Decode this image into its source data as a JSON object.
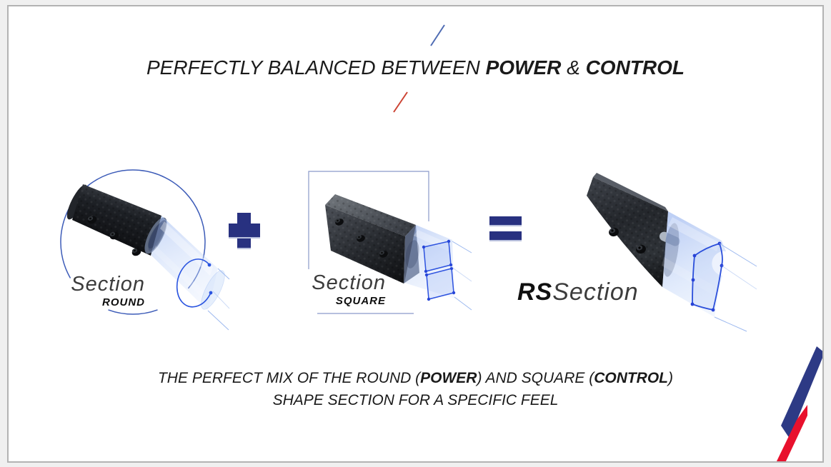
{
  "title": {
    "pre": "PERFECTLY BALANCED BETWEEN ",
    "bold1": "POWER",
    "mid": " & ",
    "bold2": "CONTROL"
  },
  "equation": {
    "plus": "+",
    "equals": "="
  },
  "items": [
    {
      "label_main": "Section",
      "label_sub": "ROUND"
    },
    {
      "label_main": "Section",
      "label_sub": "SQUARE"
    },
    {
      "label_bold": "RS",
      "label_main": "Section"
    }
  ],
  "caption": {
    "line1_pre": "THE PERFECT MIX OF THE ROUND (",
    "line1_bold1": "POWER",
    "line1_mid": ") AND SQUARE (",
    "line1_bold2": "CONTROL",
    "line1_post": ")",
    "line2": "SHAPE SECTION FOR A SPECIFIC FEEL"
  },
  "icons": [
    "plus-icon",
    "equals-icon",
    "blue-slash-icon",
    "red-slash-icon",
    "brand-stripes-icon",
    "round-circle-outline-icon",
    "square-bracket-icon"
  ],
  "illustrations": [
    "round-section-tube",
    "square-section-tube",
    "rs-section-tube"
  ],
  "colors": {
    "navy": "#283180",
    "edge": "#b9c0dd",
    "stripe_blue": "#2d3a85",
    "stripe_red": "#e8112d",
    "slash_blue": "#4f6cb3",
    "slash_red": "#cc4333",
    "wire_blue": "#2b4fdb",
    "border": "#b3b3b3",
    "bg": "#f0f0f0",
    "text": "#1a1a1a",
    "gray_label": "#3c3c3c"
  }
}
